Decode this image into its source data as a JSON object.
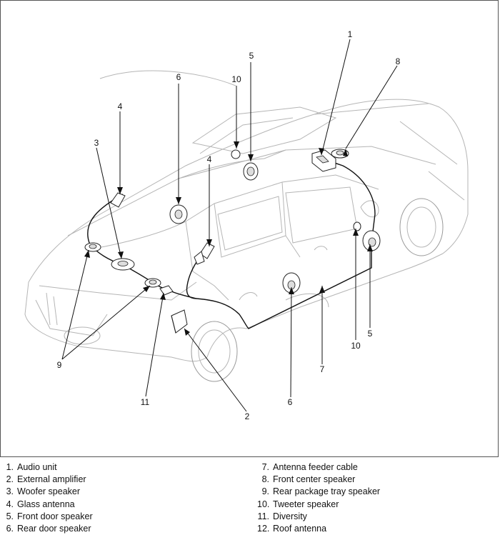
{
  "callouts": [
    {
      "id": "c1",
      "text": "1"
    },
    {
      "id": "c2",
      "text": "2"
    },
    {
      "id": "c3",
      "text": "3"
    },
    {
      "id": "c4a",
      "text": "4"
    },
    {
      "id": "c4b",
      "text": "4"
    },
    {
      "id": "c5a",
      "text": "5"
    },
    {
      "id": "c5b",
      "text": "5"
    },
    {
      "id": "c6a",
      "text": "6"
    },
    {
      "id": "c6b",
      "text": "6"
    },
    {
      "id": "c7",
      "text": "7"
    },
    {
      "id": "c8",
      "text": "8"
    },
    {
      "id": "c9",
      "text": "9"
    },
    {
      "id": "c10a",
      "text": "10"
    },
    {
      "id": "c10b",
      "text": "10"
    },
    {
      "id": "c11",
      "text": "11"
    }
  ],
  "legend": {
    "left": [
      {
        "num": "1.",
        "label": "Audio unit"
      },
      {
        "num": "2.",
        "label": "External amplifier"
      },
      {
        "num": "3.",
        "label": "Woofer speaker"
      },
      {
        "num": "4.",
        "label": "Glass antenna"
      },
      {
        "num": "5.",
        "label": "Front door speaker"
      },
      {
        "num": "6.",
        "label": "Rear door speaker"
      }
    ],
    "right": [
      {
        "num": "7.",
        "label": "Antenna feeder cable"
      },
      {
        "num": "8.",
        "label": "Front center speaker"
      },
      {
        "num": "9.",
        "label": "Rear package tray speaker"
      },
      {
        "num": "10.",
        "label": "Tweeter speaker"
      },
      {
        "num": "11.",
        "label": "Diversity"
      },
      {
        "num": "12.",
        "label": "Roof antenna"
      }
    ]
  }
}
